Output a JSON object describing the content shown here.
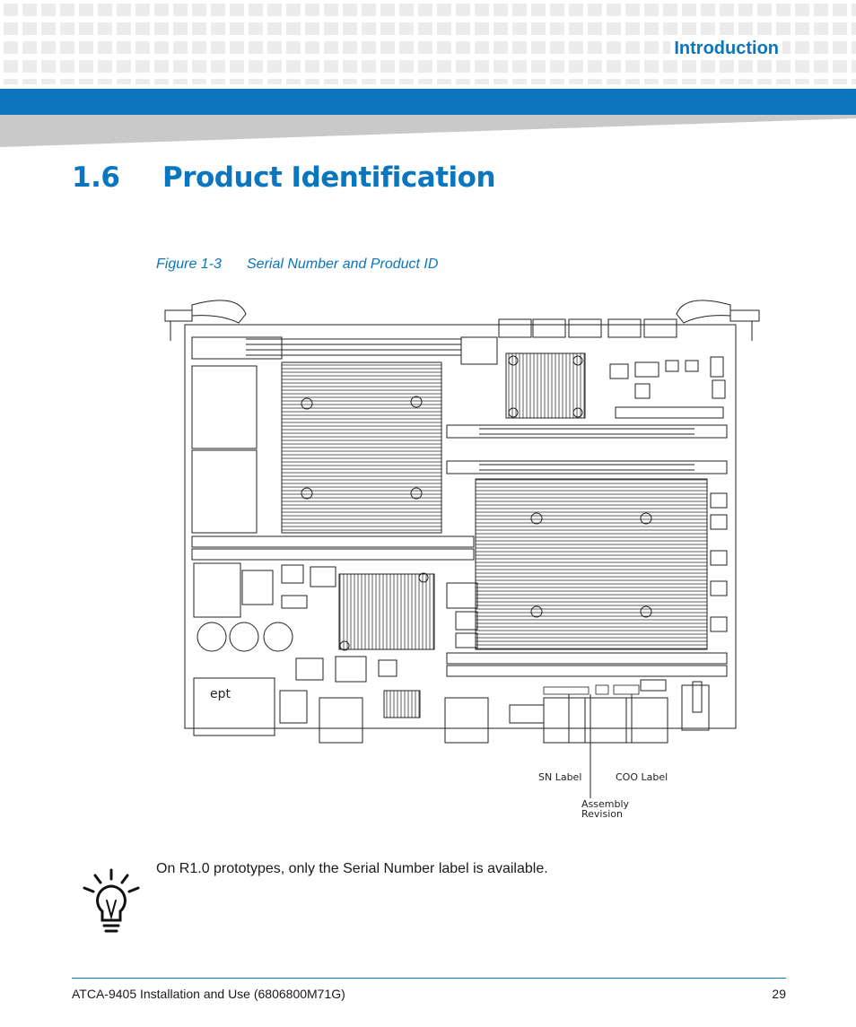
{
  "header": {
    "section_label": "Introduction",
    "accent_color": "#0a76c0"
  },
  "heading": {
    "number": "1.6",
    "title": "Product Identification"
  },
  "figure": {
    "number": "Figure 1-3",
    "title": "Serial Number and Product ID",
    "board_marking": "ept",
    "callouts": {
      "sn_label": "SN Label",
      "coo_label": "COO Label",
      "assembly_line1": "Assembly",
      "assembly_line2": "Revision"
    }
  },
  "note": {
    "icon": "lightbulb-icon",
    "text": "On R1.0 prototypes, only the Serial Number label is available."
  },
  "footer": {
    "doc_title": "ATCA-9405 Installation and Use (6806800M71G)",
    "page_number": "29"
  }
}
